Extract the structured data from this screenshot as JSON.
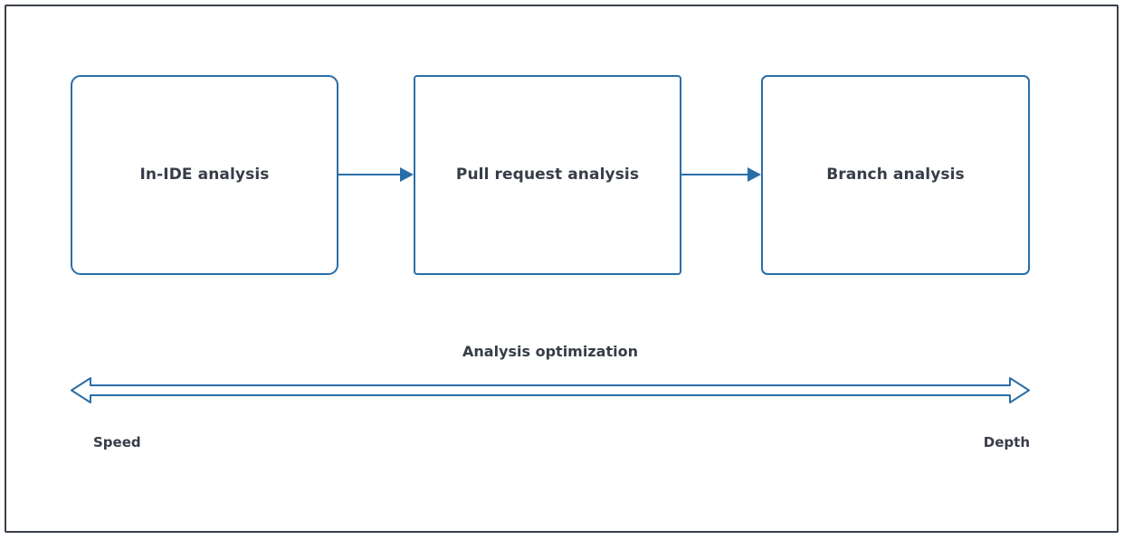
{
  "diagram": {
    "title": "Analysis optimization",
    "frame_color": "#3a4049",
    "accent_color": "#2a6ea8",
    "text_color": "#373d48",
    "stages": [
      {
        "label": "In-IDE analysis"
      },
      {
        "label": "Pull request analysis"
      },
      {
        "label": "Branch analysis"
      }
    ],
    "connectors": [
      {
        "name": "arrow-in-ide-to-pull-request"
      },
      {
        "name": "arrow-pull-request-to-branch"
      }
    ],
    "axis": {
      "caption": "Analysis optimization",
      "left_label": "Speed",
      "right_label": "Depth",
      "arrow_style": "double-headed-outline"
    }
  }
}
